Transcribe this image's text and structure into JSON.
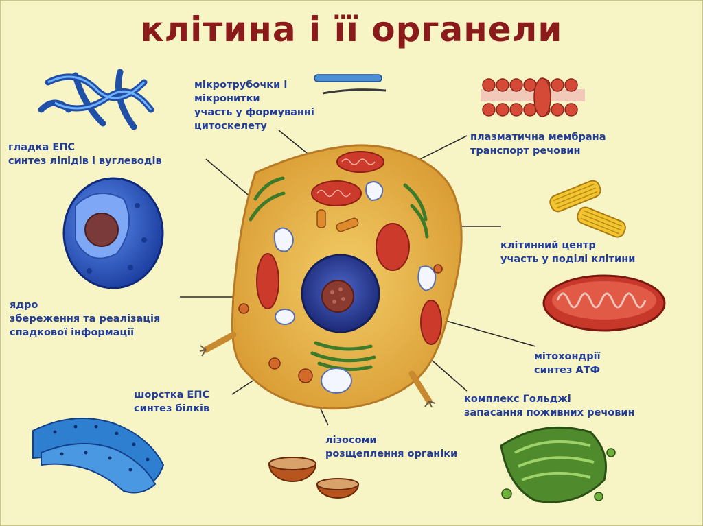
{
  "title": "клітина і її органели",
  "labels": {
    "microtubules": [
      "мікротрубочки і",
      "мікронитки",
      "участь у формуванні",
      "цитоскелету"
    ],
    "smooth_er": [
      "гладка ЕПС",
      "синтез ліпідів і вуглеводів"
    ],
    "plasma_membrane": [
      "плазматична мембрана",
      "транспорт речовин"
    ],
    "cell_center": [
      "клітинний центр",
      "участь у поділі клітини"
    ],
    "nucleus": [
      "ядро",
      "збереження та реалізація",
      "спадкової інформації"
    ],
    "mitochondria": [
      "мітохондрії",
      "синтез АТФ"
    ],
    "rough_er": [
      "шорстка ЕПС",
      "синтез білків"
    ],
    "golgi": [
      "комплекс Гольджі",
      "запасання поживних речовин"
    ],
    "lysosomes": [
      "лізосоми",
      "розщеплення органіки"
    ]
  },
  "colors": {
    "title": "#8b1a1a",
    "label_text": "#223c9a",
    "background": "#f7f5c6",
    "cell_fill": "#e8b64a",
    "nucleus_fill": "#2a3e9a",
    "mitochondria_fill": "#c8382a",
    "golgi_fill": "#4f8a2c",
    "er_fill": "#2e7fd0"
  }
}
